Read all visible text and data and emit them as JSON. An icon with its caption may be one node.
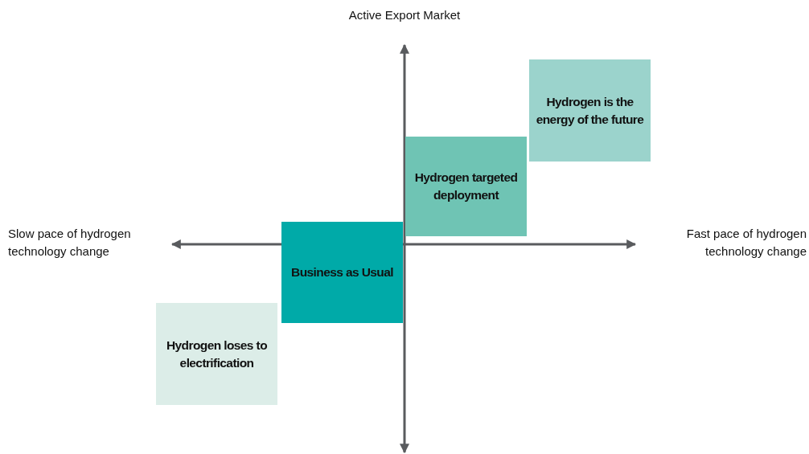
{
  "diagram": {
    "nodes": [
      {
        "text": [
          "Hydrogen is the energy of the future"
        ]
      },
      {
        "text": [
          "Hydrogen targeted deployment"
        ]
      },
      {
        "text": [
          "Business as Usual"
        ]
      },
      {
        "text": [
          "Hydrogen loses to electrification"
        ]
      }
    ],
    "edges": [],
    "labels": [
      "Active Export Market",
      "Slow pace of hydrogen technology change",
      "Fast pace of hydrogen technology change"
    ]
  }
}
